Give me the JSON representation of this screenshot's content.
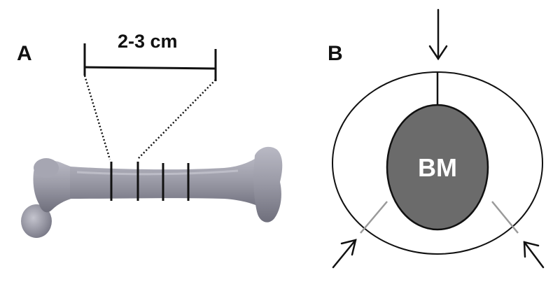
{
  "panel_a": {
    "letter": "A",
    "dimension_label": "2-3 cm"
  },
  "panel_b": {
    "letter": "B",
    "marrow_label": "BM"
  },
  "colors": {
    "bone": "#9c9ca8",
    "bone_shadow": "#6f6f7c",
    "marrow": "#6b6b6b",
    "ink": "#111111",
    "cut_line": "#9a9a9a"
  }
}
